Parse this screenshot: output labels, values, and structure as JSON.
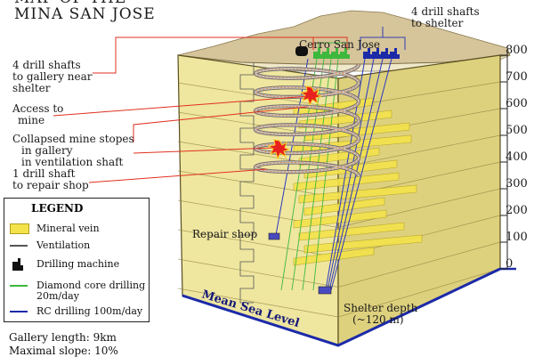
{
  "title": {
    "line1": "MAP OF THE",
    "line2": "MINA SAN JOSE"
  },
  "labels": {
    "cerro": "Cerro San Jose",
    "shafts_shelter_line1": "4 drill shafts",
    "shafts_shelter_line2": "to shelter",
    "shafts_gallery_line1": "4 drill shafts",
    "shafts_gallery_line2": "to gallery near",
    "shafts_gallery_line3": "shelter",
    "access_line1": "Access to",
    "access_line2": "mine",
    "collapsed_line1": "Collapsed mine stopes",
    "collapsed_line2": "in gallery",
    "collapsed_line3": "in ventilation shaft",
    "repair_line1": "1 drill shaft",
    "repair_line2": "to repair shop",
    "repair_shop": "Repair shop",
    "sea_level": "Mean Sea Level",
    "shelter_line1": "Shelter depth",
    "shelter_line2": "(~120 m)"
  },
  "depth_scale": [
    "800",
    "700",
    "600",
    "500",
    "400",
    "300",
    "200",
    "100",
    "0"
  ],
  "legend": {
    "title": "LEGEND",
    "items": [
      {
        "label": "Mineral vein",
        "icon": "yellow-vein-swatch"
      },
      {
        "label": "Ventilation",
        "icon": "ventilation-line"
      },
      {
        "label": "Drilling machine",
        "icon": "drilling-machine-icon"
      },
      {
        "label": "Diamond core drilling",
        "label2": "20m/day",
        "icon": "green-line"
      },
      {
        "label": "RC drilling 100m/day",
        "icon": "blue-line"
      }
    ]
  },
  "footer": {
    "gallery_length": "Gallery length:  9km",
    "maximal_slope": "Maximal slope:  10%"
  },
  "colors": {
    "mountain": "#d6c49a",
    "block_front": "#efe6a0",
    "block_side": "#d9cd7c",
    "vein": "#f4e24a",
    "spiral": "#9a8f8a",
    "red_label": "#e03020",
    "green": "#3db83d",
    "blue": "#1c2aa8"
  }
}
